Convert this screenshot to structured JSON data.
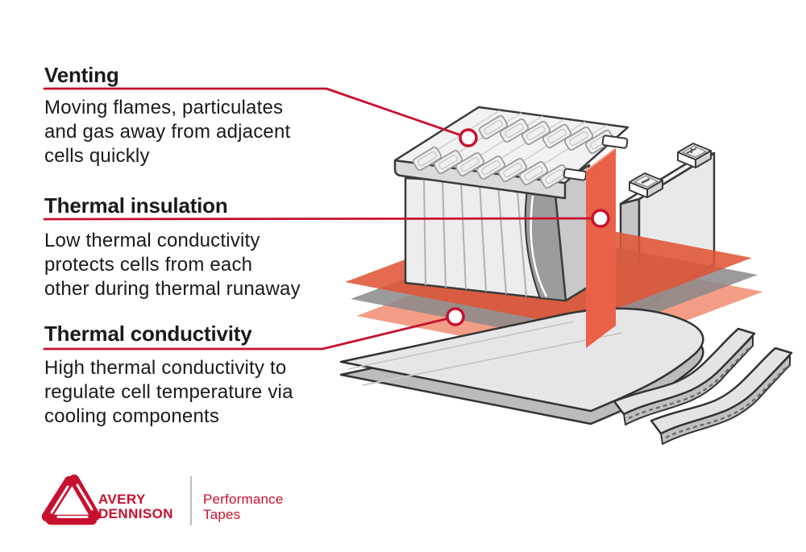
{
  "callouts": [
    {
      "title": "Venting",
      "lines": [
        "Moving flames, particulates",
        "and gas away from adjacent",
        "cells quickly"
      ]
    },
    {
      "title": "Thermal insulation",
      "lines": [
        "Low thermal conductivity",
        "protects cells from each",
        "other during thermal runaway"
      ]
    },
    {
      "title": "Thermal conductivity",
      "lines": [
        "High thermal conductivity to",
        "regulate cell temperature via",
        "cooling components"
      ]
    }
  ],
  "footer": {
    "brand_line1": "AVERY",
    "brand_line2": "DENNISON",
    "division_line1": "Performance",
    "division_line2": "Tapes"
  },
  "colors": {
    "accent_red": "#C8102E",
    "text": "#1A1A1A",
    "insulation_sheet_orange": "#EA6148",
    "interface_sheet_orange_top": "#E05536",
    "interface_sheet_orange_bottom": "#F0876B",
    "interface_sheet_gray": "#8A8A8A",
    "illustration_outline": "#3A3A3A",
    "metal_light_gray": "#E9E9E9",
    "metal_mid_gray": "#C9C9C9",
    "background": "#FFFFFF"
  }
}
